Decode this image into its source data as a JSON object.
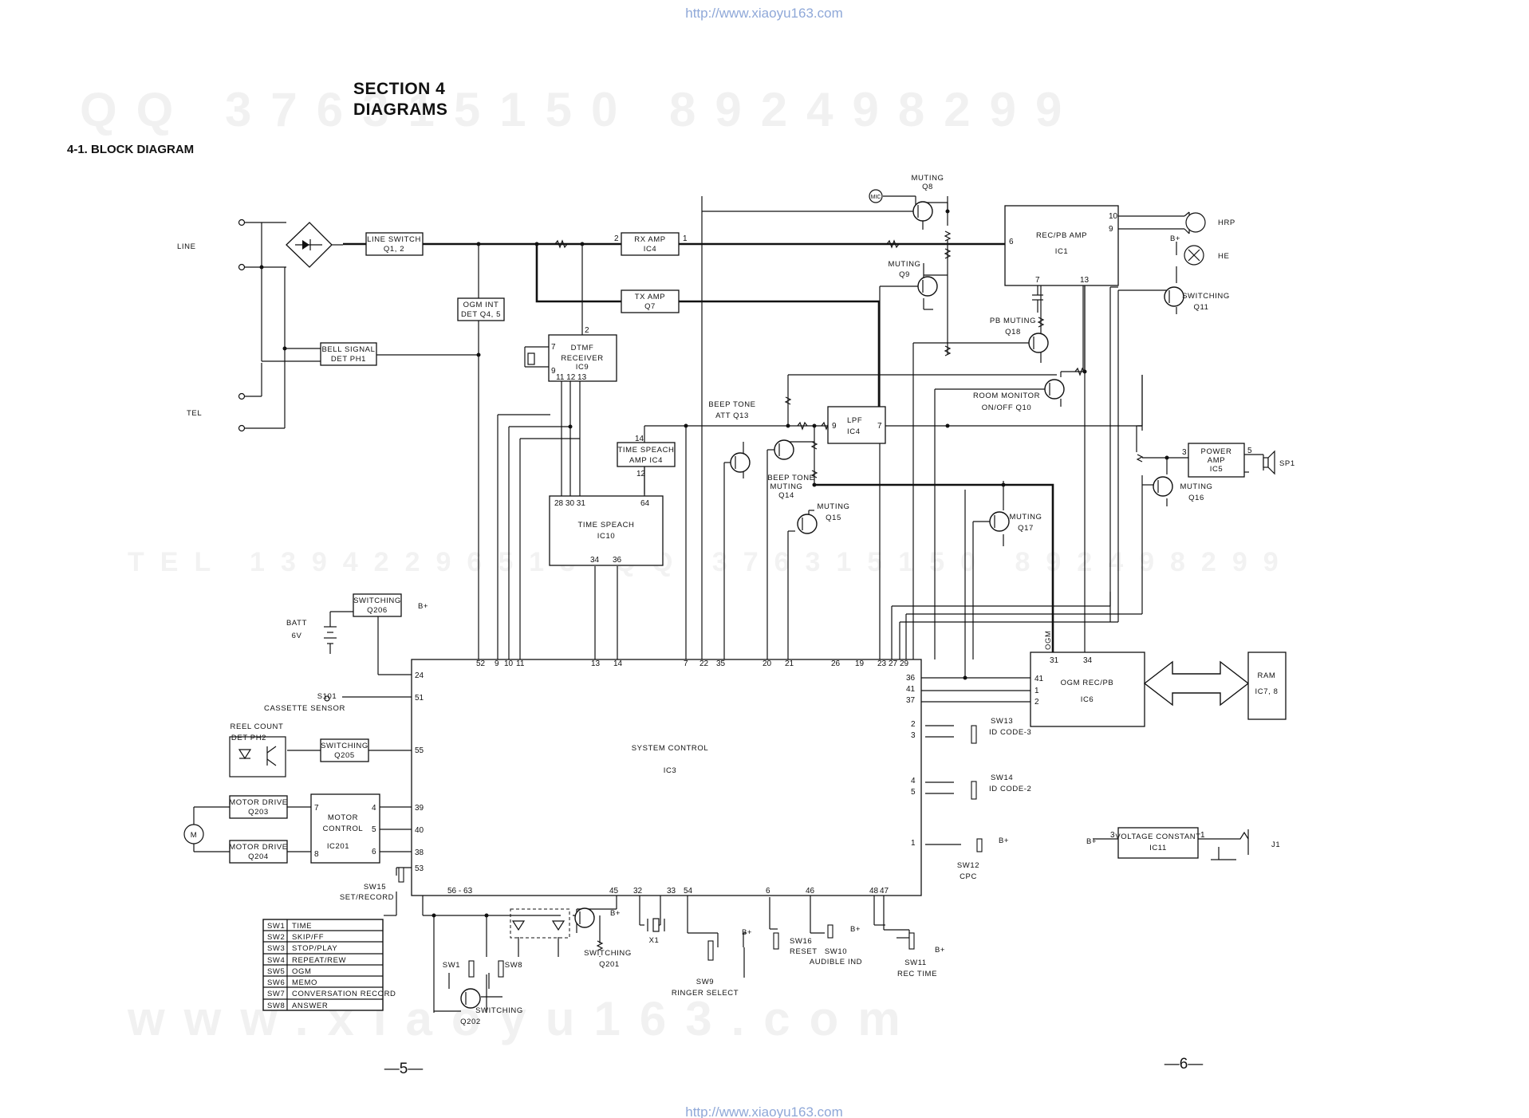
{
  "watermarks": {
    "url_top": "http://www.xiaoyu163.com",
    "url_bottom": "http://www.xiaoyu163.com",
    "band1": "QQ 376315150  892498299",
    "band2": "TEL 13942296513  QQ 376315150  892498299",
    "band3": "www.xiaoyu163.com"
  },
  "header": {
    "section": "SECTION 4",
    "title": "DIAGRAMS",
    "subtitle": "4-1.  BLOCK DIAGRAM"
  },
  "pages": {
    "left": "—5—",
    "right": "—6—"
  },
  "terminals": {
    "line": "LINE",
    "tel": "TEL",
    "mic": "MIC"
  },
  "blocks": {
    "line_switch": [
      "LINE SWITCH",
      "Q1, 2"
    ],
    "ogm_int": [
      "OGM INT",
      "DET  Q4, 5"
    ],
    "bell": [
      "BELL SIGNAL",
      "DET  PH1"
    ],
    "rx_amp": [
      "RX AMP",
      "IC4"
    ],
    "tx_amp": [
      "TX AMP",
      "Q7"
    ],
    "dtmf": [
      "DTMF",
      "RECEIVER",
      "IC9"
    ],
    "time_speach_amp": [
      "TIME SPEACH",
      "AMP   IC4"
    ],
    "time_speach": [
      "TIME SPEACH",
      "IC10"
    ],
    "lpf": [
      "LPF",
      "IC4"
    ],
    "rec_pb_amp": [
      "REC/PB AMP",
      "IC1"
    ],
    "power_amp": [
      "POWER",
      "AMP",
      "IC5"
    ],
    "ogm_rec_pb": [
      "OGM REC/PB",
      "IC6"
    ],
    "ram": [
      "RAM",
      "IC7, 8"
    ],
    "system_control": [
      "SYSTEM CONTROL",
      "IC3"
    ],
    "switching_q206": [
      "SWITCHING",
      "Q206"
    ],
    "switching_q205": [
      "SWITCHING",
      "Q205"
    ],
    "motor_drive_q203": [
      "MOTOR DRIVE",
      "Q203"
    ],
    "motor_drive_q204": [
      "MOTOR DRIVE",
      "Q204"
    ],
    "motor_control": [
      "MOTOR",
      "CONTROL",
      "IC201"
    ],
    "voltage_constant": [
      "VOLTAGE CONSTANT",
      "IC11"
    ]
  },
  "labels": {
    "muting_q8": [
      "MUTING",
      "Q8"
    ],
    "muting_q9": [
      "MUTING",
      "Q9"
    ],
    "pb_muting": [
      "PB MUTING",
      "Q18"
    ],
    "room_monitor": [
      "ROOM MONITOR",
      "ON/OFF   Q10"
    ],
    "beep_tone_att": [
      "BEEP TONE",
      "ATT Q13"
    ],
    "beep_tone_muting": [
      "BEEP TONE",
      "MUTING",
      "Q14"
    ],
    "muting_q15": [
      "MUTING",
      "Q15"
    ],
    "muting_q17": [
      "MUTING",
      "Q17"
    ],
    "muting_q16": [
      "MUTING",
      "Q16"
    ],
    "switching_q11": [
      "SWITCHING",
      "Q11"
    ],
    "hrp": "HRP",
    "he": "HE",
    "sp1": "SP1",
    "bplus": "B+",
    "batt": [
      "BATT",
      "6V"
    ],
    "s101": [
      "S101",
      "CASSETTE SENSOR"
    ],
    "reel_count": [
      "REEL COUNT",
      "DET  PH2"
    ],
    "motor": "M",
    "ogm": "OGM",
    "sw13": [
      "SW13",
      "ID CODE-3"
    ],
    "sw14": [
      "SW14",
      "ID CODE-2"
    ],
    "sw12": [
      "SW12",
      "CPC"
    ],
    "j1": "J1",
    "sw15": [
      "SW15",
      "SET/RECORD"
    ],
    "switching_q201": [
      "SWITCHING",
      "Q201"
    ],
    "switching_q202": [
      "SWITCHING",
      "Q202"
    ],
    "sw1": "SW1",
    "sw8": "SW8",
    "x1": "X1",
    "sw9": [
      "SW9",
      "RINGER SELECT"
    ],
    "sw16": [
      "SW16",
      "RESET"
    ],
    "sw10": [
      "SW10",
      "AUDIBLE IND"
    ],
    "sw11": [
      "SW11",
      "REC TIME"
    ]
  },
  "switch_table": [
    [
      "SW1",
      "TIME"
    ],
    [
      "SW2",
      "SKIP/FF"
    ],
    [
      "SW3",
      "STOP/PLAY"
    ],
    [
      "SW4",
      "REPEAT/REW"
    ],
    [
      "SW5",
      "OGM"
    ],
    [
      "SW6",
      "MEMO"
    ],
    [
      "SW7",
      "CONVERSATION RECORD"
    ],
    [
      "SW8",
      "ANSWER"
    ]
  ],
  "pins": {
    "sc_top": [
      "52",
      "9",
      "10",
      "11",
      "13",
      "14",
      "7",
      "22",
      "35",
      "20",
      "21",
      "26",
      "19",
      "23",
      "27",
      "29"
    ],
    "sc_left": [
      "24",
      "51",
      "55",
      "39",
      "40",
      "38",
      "53"
    ],
    "sc_right": [
      "36",
      "41",
      "37",
      "2",
      "3",
      "4",
      "5",
      "1"
    ],
    "sc_bottom": [
      "56 - 63",
      "45",
      "32",
      "33",
      "54",
      "6",
      "46",
      "48",
      "47"
    ],
    "ic6": [
      "31",
      "34",
      "41",
      "1",
      "2"
    ],
    "ic1": [
      "10",
      "9",
      "6",
      "7",
      "13"
    ],
    "ic10": [
      "28 30 31",
      "64",
      "34",
      "36"
    ],
    "ic9": [
      "7",
      "9",
      "11 12 13",
      "2"
    ],
    "rx": [
      "2",
      "1"
    ],
    "ts_amp": [
      "14",
      "12"
    ],
    "lpf": [
      "9",
      "7"
    ],
    "pa": [
      "3",
      "5"
    ],
    "ic201": [
      "7",
      "8",
      "4",
      "5",
      "6"
    ],
    "ic11": [
      "3",
      "1"
    ]
  }
}
